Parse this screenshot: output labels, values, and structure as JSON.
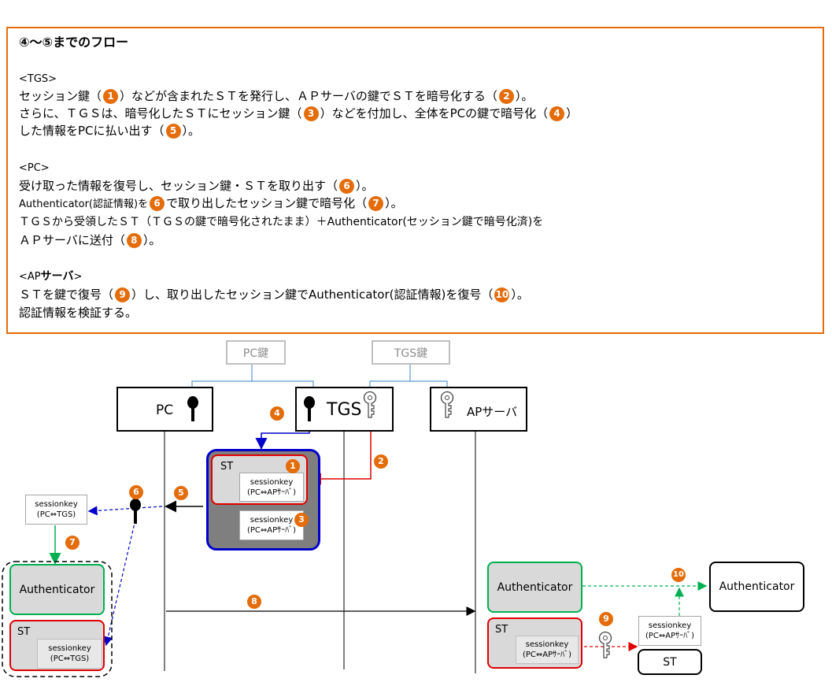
{
  "text_panel": {
    "heading": "④～⑤までのフロー",
    "tgs_tag": "<TGS>",
    "tgs_l1_a": "セッション鍵（",
    "tgs_l1_n1": "1",
    "tgs_l1_b": "）などが含まれたＳＴを発行し、ＡＰサーバの鍵でＳＴを暗号化する（",
    "tgs_l1_n2": "2",
    "tgs_l1_c": "）。",
    "tgs_l2_a": "さらに、ＴＧＳは、暗号化したＳＴにセッション鍵（",
    "tgs_l2_n1": "3",
    "tgs_l2_b": "）などを付加し、全体をPCの鍵で暗号化（",
    "tgs_l2_n2": "4",
    "tgs_l2_c": "）",
    "tgs_l3_a": "した情報をPCに払い出す（",
    "tgs_l3_n1": "5",
    "tgs_l3_b": "）。",
    "pc_tag": "<PC>",
    "pc_l1_a": "受け取った情報を復号し、セッション鍵・ＳＴを取り出す（",
    "pc_l1_n1": "6",
    "pc_l1_b": "）。",
    "pc_l2_a": "Authenticator(認証情報)を",
    "pc_l2_n1": "6",
    "pc_l2_b": "で取り出したセッション鍵で暗号化（",
    "pc_l2_n2": "7",
    "pc_l2_c": "）。",
    "pc_l3": "ＴＧＳから受領したＳＴ（ＴＧＳの鍵で暗号化されたまま）＋Authenticator(セッション鍵で暗号化済)を",
    "pc_l4_a": "ＡＰサーバに送付（",
    "pc_l4_n1": "8",
    "pc_l4_b": "）。",
    "ap_tag_a": "<AP",
    "ap_tag_b": "サーバ",
    "ap_tag_c": ">",
    "ap_l1_a": "ＳＴを鍵で復号（",
    "ap_l1_n1": "9",
    "ap_l1_b": "）し、取り出したセッション鍵でAuthenticator(認証情報)を復号（",
    "ap_l1_n2": "10",
    "ap_l1_c": "）。",
    "ap_l2": "認証情報を検証する。"
  },
  "diagram": {
    "pc_key_label": "PC鍵",
    "tgs_key_label": "TGS鍵",
    "actor_pc": "PC",
    "actor_tgs": "TGS",
    "actor_ap": "APサーバ",
    "st_label": "ST",
    "session_key": "sessionkey",
    "pc_ap": "(PC⇔APｻｰﾊﾞ)",
    "pc_tgs": "(PC⇔TGS)",
    "authenticator": "Authenticator",
    "steps": [
      "1",
      "2",
      "3",
      "4",
      "5",
      "6",
      "7",
      "8",
      "9",
      "10"
    ],
    "colors": {
      "orange": "#e46c0a",
      "red": "#e00000",
      "blue": "#0000cc",
      "green": "#00b050",
      "steelblue": "#5b9bd5",
      "grey": "#7f7f7f"
    }
  }
}
